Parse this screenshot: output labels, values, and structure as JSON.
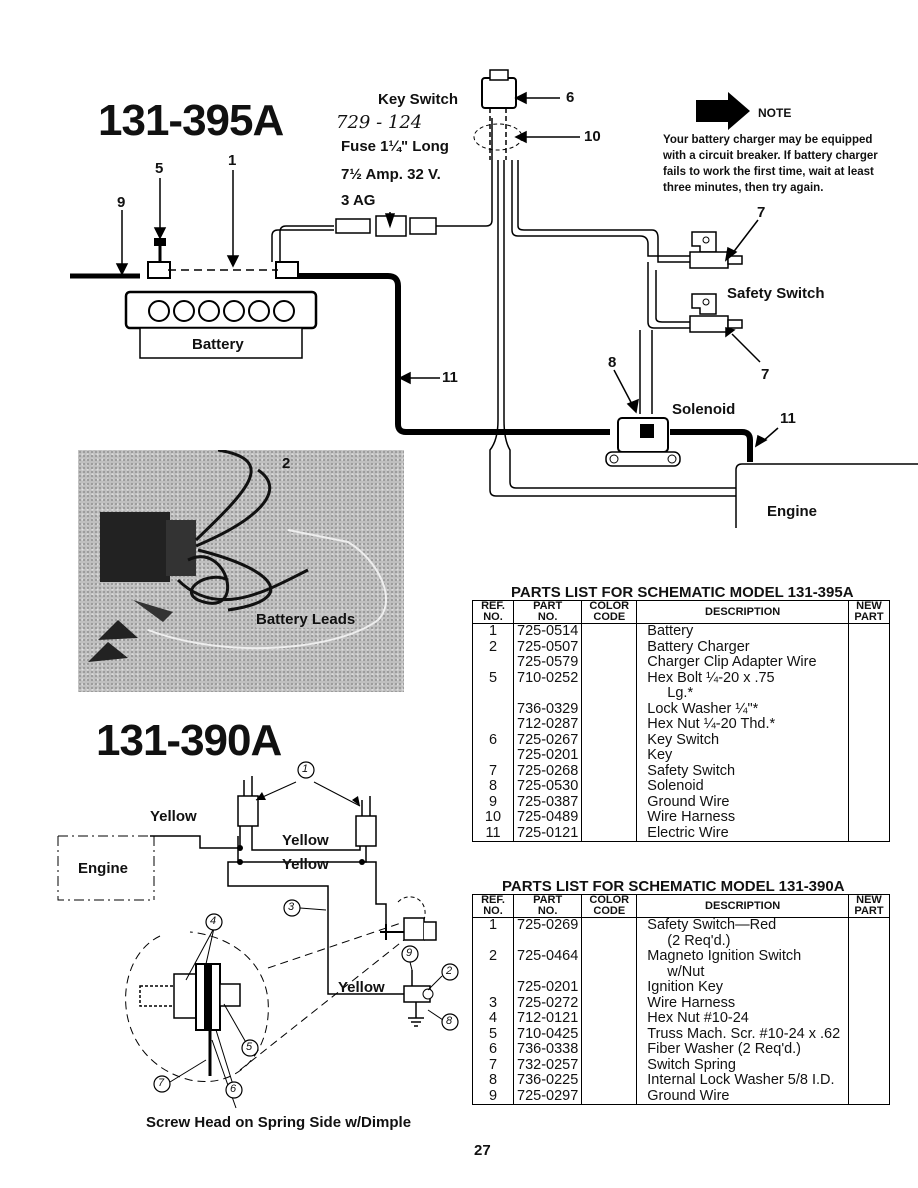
{
  "top": {
    "model": "131-395A",
    "key_switch": "Key Switch",
    "handwritten": "729 - 124",
    "fuse_line1": "Fuse 1¼\" Long",
    "fuse_line2": "7½ Amp. 32 V.",
    "fuse_line3": "3 AG",
    "battery": "Battery",
    "safety_switch": "Safety Switch",
    "solenoid": "Solenoid",
    "engine": "Engine",
    "callouts": {
      "c1": "1",
      "c5": "5",
      "c9": "9",
      "c6": "6",
      "c10": "10",
      "c7a": "7",
      "c7b": "7",
      "c8": "8",
      "c11a": "11",
      "c11b": "11",
      "c2": "2"
    },
    "note_label": "NOTE",
    "note_text": [
      "Your battery charger may be equipped",
      "with a circuit breaker. If battery charger",
      "fails to work the first time, wait at least",
      "three minutes, then try again."
    ],
    "battery_leads": "Battery Leads"
  },
  "bottom": {
    "model": "131-390A",
    "engine": "Engine",
    "yellow1": "Yellow",
    "yellow2": "Yellow",
    "yellow3": "Yellow",
    "yellow4": "Yellow",
    "caption": "Screw Head on Spring Side w/Dimple",
    "circled": {
      "n1": "1",
      "n2": "2",
      "n3": "3",
      "n4": "4",
      "n5": "5",
      "n6": "6",
      "n7": "7",
      "n8": "8",
      "n9": "9"
    }
  },
  "table1": {
    "title": "PARTS LIST FOR SCHEMATIC MODEL 131-395A",
    "headers": {
      "ref1": "REF.",
      "ref2": "NO.",
      "part1": "PART",
      "part2": "NO.",
      "color1": "COLOR",
      "color2": "CODE",
      "desc": "DESCRIPTION",
      "new1": "NEW",
      "new2": "PART"
    },
    "rows": [
      {
        "ref": "1",
        "part": "725-0514",
        "desc": "Battery"
      },
      {
        "ref": "2",
        "part": "725-0507",
        "desc": "Battery Charger"
      },
      {
        "ref": "",
        "part": "725-0579",
        "desc": "Charger Clip Adapter Wire"
      },
      {
        "ref": "5",
        "part": "710-0252",
        "desc": "Hex Bolt ¼-20 x .75"
      },
      {
        "ref": "",
        "part": "",
        "desc": "Lg.*"
      },
      {
        "ref": "",
        "part": "736-0329",
        "desc": "Lock Washer ¼\"*"
      },
      {
        "ref": "",
        "part": "712-0287",
        "desc": "Hex Nut ¼-20 Thd.*"
      },
      {
        "ref": "6",
        "part": "725-0267",
        "desc": "Key Switch"
      },
      {
        "ref": "",
        "part": "725-0201",
        "desc": "Key"
      },
      {
        "ref": "7",
        "part": "725-0268",
        "desc": "Safety Switch"
      },
      {
        "ref": "8",
        "part": "725-0530",
        "desc": "Solenoid"
      },
      {
        "ref": "9",
        "part": "725-0387",
        "desc": "Ground Wire"
      },
      {
        "ref": "10",
        "part": "725-0489",
        "desc": "Wire Harness"
      },
      {
        "ref": "11",
        "part": "725-0121",
        "desc": "Electric Wire"
      }
    ]
  },
  "table2": {
    "title": "PARTS LIST FOR SCHEMATIC MODEL 131-390A",
    "headers": {
      "ref1": "REF.",
      "ref2": "NO.",
      "part1": "PART",
      "part2": "NO.",
      "color1": "COLOR",
      "color2": "CODE",
      "desc": "DESCRIPTION",
      "new1": "NEW",
      "new2": "PART"
    },
    "rows": [
      {
        "ref": "1",
        "part": "725-0269",
        "desc": "Safety Switch—Red"
      },
      {
        "ref": "",
        "part": "",
        "desc": "(2 Req'd.)"
      },
      {
        "ref": "2",
        "part": "725-0464",
        "desc": "Magneto Ignition Switch"
      },
      {
        "ref": "",
        "part": "",
        "desc": "w/Nut"
      },
      {
        "ref": "",
        "part": "725-0201",
        "desc": "Ignition Key"
      },
      {
        "ref": "3",
        "part": "725-0272",
        "desc": "Wire Harness"
      },
      {
        "ref": "4",
        "part": "712-0121",
        "desc": "Hex Nut #10-24"
      },
      {
        "ref": "5",
        "part": "710-0425",
        "desc": "Truss Mach. Scr. #10-24 x .62"
      },
      {
        "ref": "6",
        "part": "736-0338",
        "desc": "Fiber Washer (2 Req'd.)"
      },
      {
        "ref": "7",
        "part": "732-0257",
        "desc": "Switch Spring"
      },
      {
        "ref": "8",
        "part": "736-0225",
        "desc": "Internal Lock Washer 5/8 I.D."
      },
      {
        "ref": "9",
        "part": "725-0297",
        "desc": "Ground Wire"
      }
    ]
  },
  "page_number": "27"
}
